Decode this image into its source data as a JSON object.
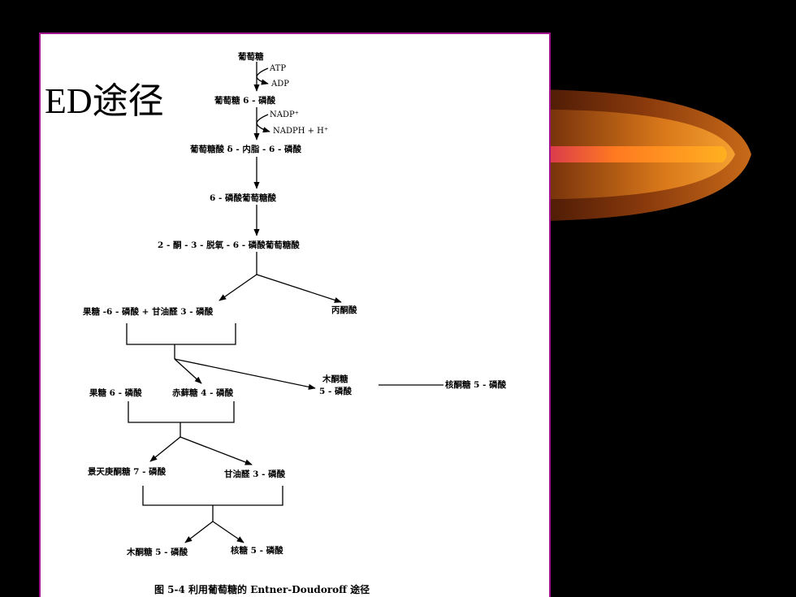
{
  "slide": {
    "title": "ED途径"
  },
  "pathway": {
    "glucose": "葡萄糖",
    "atp": "ATP",
    "adp": "ADP",
    "g6p": "葡萄糖 6 - 磷酸",
    "nadp": "NADP⁺",
    "nadph": "NADPH + H⁺",
    "lactone": "葡萄糖酸 δ - 内脂 - 6 - 磷酸",
    "gluconate6p": "6 - 磷酸葡萄糖酸",
    "kdpg": "2 - 酮 - 3 - 脱氧 - 6 - 磷酸葡萄糖酸",
    "f6p_g3p": "果糖 -6 - 磷酸 + 甘油醛 3 - 磷酸",
    "pyruvate": "丙酮酸",
    "xylulose_line1": "木酮糖",
    "xylulose_line2": "5 - 磷酸",
    "ribulose5p": "核酮糖 5 - 磷酸",
    "f6p": "果糖 6 - 磷酸",
    "e4p": "赤藓糖 4 - 磷酸",
    "s7p": "景天庚酮糖 7 - 磷酸",
    "g3p": "甘油醛 3 - 磷酸",
    "xylulose5p": "木酮糖 5 - 磷酸",
    "ribose5p": "核糖 5 - 磷酸"
  },
  "caption": "图 5-4    利用葡萄糖的 Entner-Doudoroff 途径",
  "colors": {
    "background": "#000000",
    "card_border": "#a0148c",
    "flame_core": "#ffb020",
    "flame_edge": "#7a2c08"
  }
}
